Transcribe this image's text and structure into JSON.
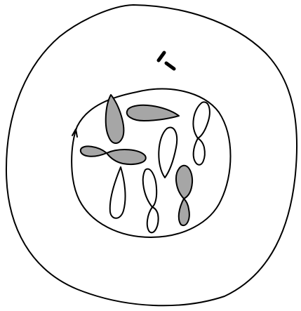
{
  "diagram": {
    "colors": {
      "outline": "#000000",
      "shaded_chromatid": "#a6a6a6",
      "unshaded_chromatid": "#ffffff",
      "background": "#ffffff"
    },
    "structures": {
      "cell": "cell-membrane",
      "nucleus": "nuclear-envelope",
      "centrioles": 2,
      "chromosomes": 6
    },
    "chromosomes": [
      {
        "id": "chromosome-1",
        "shading": [
          "shaded",
          "shaded"
        ]
      },
      {
        "id": "chromosome-2",
        "shading": [
          "shaded",
          "shaded"
        ]
      },
      {
        "id": "chromosome-3",
        "shading": [
          "unshaded",
          "unshaded"
        ]
      },
      {
        "id": "chromosome-4",
        "shading": [
          "unshaded",
          "unshaded"
        ]
      },
      {
        "id": "chromosome-5",
        "shading": [
          "unshaded",
          "unshaded"
        ]
      },
      {
        "id": "chromosome-6",
        "shading": [
          "shaded",
          "shaded"
        ]
      }
    ]
  }
}
